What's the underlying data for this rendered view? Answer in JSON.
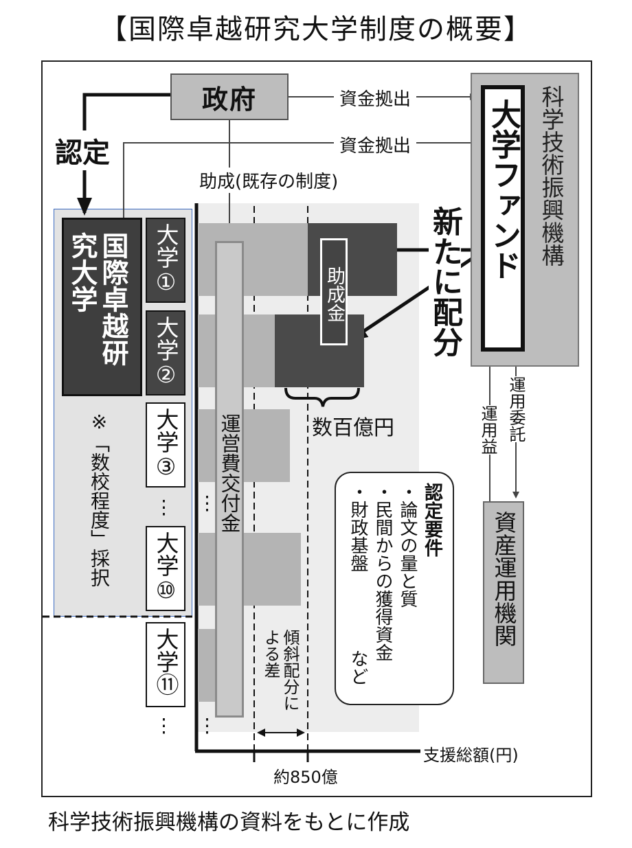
{
  "title": "【国際卓越研究大学制度の概要】",
  "government": "政府",
  "accreditation": "認定",
  "funding_out_1": "資金拠出",
  "funding_out_2": "資金拠出",
  "subsidy_existing": "助成(既存の制度)",
  "jst": "科学技術振興機構",
  "university_fund": "大学ファンド",
  "newly_distributed": "新たに配分",
  "subsidy": "助成金",
  "few_hundred_billion": "数百億円",
  "operating_grant": "運営費交付金",
  "international_university": "国際卓越研究大学",
  "universities": [
    "大学①",
    "大学②",
    "大学③",
    "大学⑩",
    "大学⑪"
  ],
  "ellipsis": "⋮",
  "adoption_note": "※「数校程度」採択",
  "requirements": {
    "heading": "認定要件",
    "items": [
      "・論文の量と質",
      "・民間からの獲得資金",
      "・財政基盤"
    ],
    "etc": "など"
  },
  "slope_difference": "傾斜配分による差",
  "approx_amount": "約850億",
  "total_support_axis": "支援総額(円)",
  "operation_profit": "運用益",
  "operation_consignment": "運用委託",
  "asset_management": "資産運用機関",
  "source_note": "科学技術振興機構の資料をもとに作成"
}
